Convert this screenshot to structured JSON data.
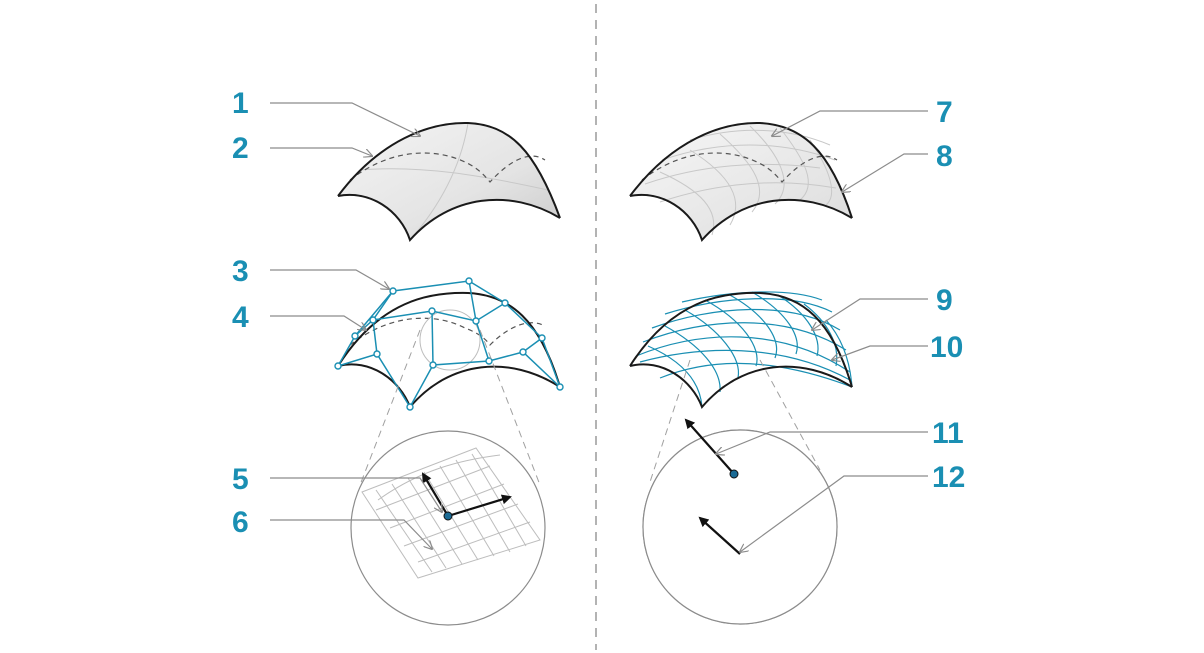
{
  "labels": {
    "l1": "1",
    "l2": "2",
    "l3": "3",
    "l4": "4",
    "l5": "5",
    "l6": "6",
    "l7": "7",
    "l8": "8",
    "l9": "9",
    "l10": "10",
    "l11": "11",
    "l12": "12"
  },
  "colors": {
    "accent": "#1a8fb3",
    "face": "#1a6a94",
    "line": "#1a1a1a"
  }
}
